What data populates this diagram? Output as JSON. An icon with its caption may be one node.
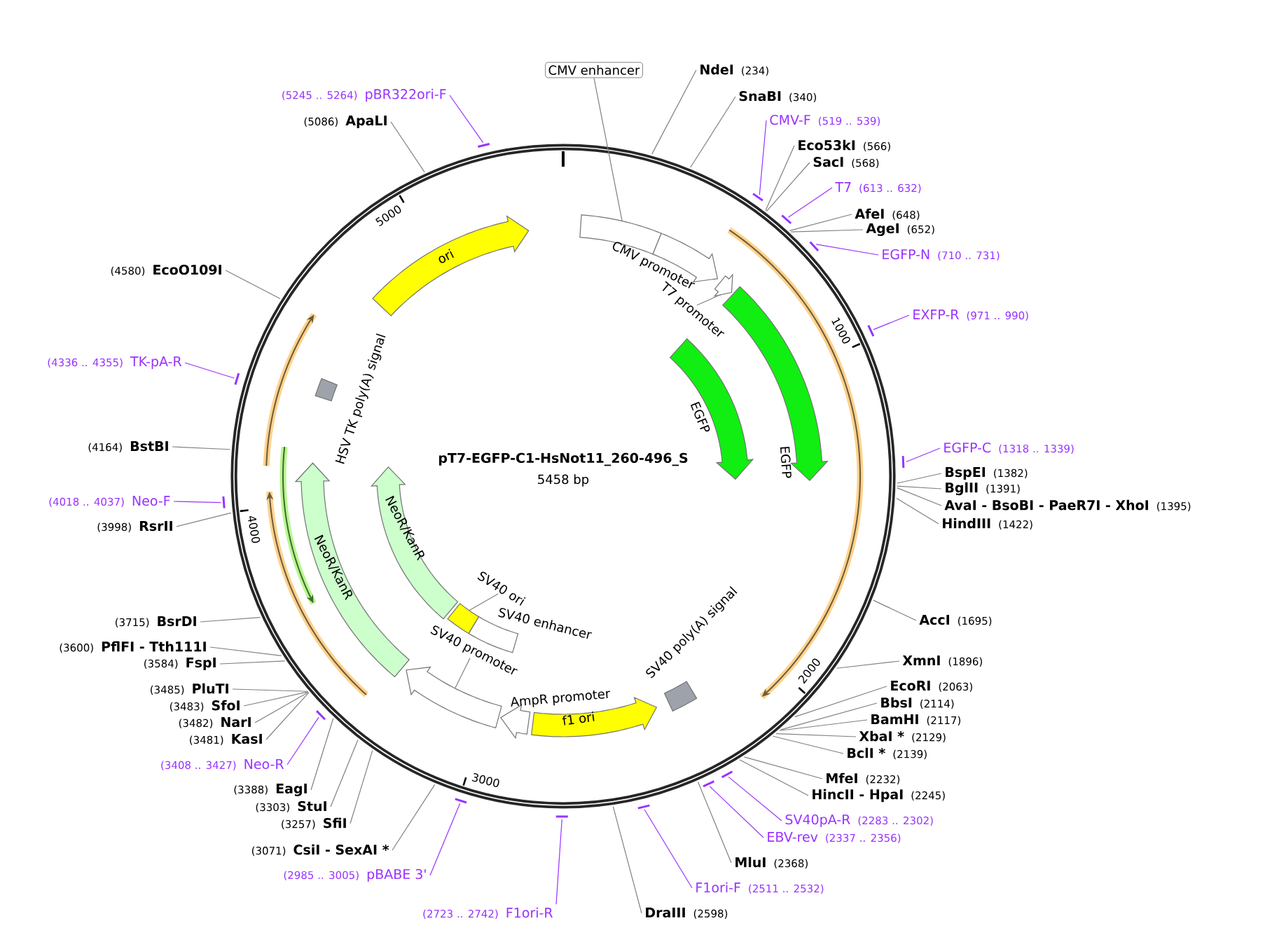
{
  "diagram": {
    "title": "pT7-EGFP-C1-HsNot11_260-496_S",
    "nodes": [
      {
        "text": [
          "CMV enhancer"
        ]
      },
      {
        "text": [],
        "shape": "bar"
      },
      {
        "text": [
          "CMV promoter"
        ]
      },
      {
        "text": [
          "T7 promoter"
        ]
      },
      {
        "text": [],
        "shape": "arrow"
      },
      {
        "text": [
          "EGFP"
        ]
      },
      {
        "text": [
          "EGFP"
        ]
      },
      {
        "text": [
          "SV40 poly(A) signal"
        ]
      },
      {
        "text": [
          "f1 ori"
        ]
      },
      {
        "text": [
          "AmpR promoter"
        ]
      },
      {
        "text": [
          "SV40 promoter"
        ]
      },
      {
        "text": [],
        "shape": "arrow"
      },
      {
        "text": [
          "SV40 enhancer"
        ]
      },
      {
        "text": [
          "SV40 ori"
        ]
      },
      {
        "text": [],
        "shape": "box"
      },
      {
        "text": [
          "NeoR/KanR"
        ]
      },
      {
        "text": [
          "NeoR/KanR"
        ]
      },
      {
        "text": [
          "HSV TK poly(A) signal"
        ]
      },
      {
        "text": [
          "ori"
        ]
      },
      {
        "text": [
          "NdeI",
          "(234)"
        ]
      },
      {
        "text": [
          "SnaBI",
          "(340)"
        ]
      },
      {
        "text": [
          "CMV-F",
          "(519 .. 539)"
        ]
      },
      {
        "text": [
          "Eco53kI",
          "(566)"
        ]
      },
      {
        "text": [
          "SacI",
          "(568)"
        ]
      },
      {
        "text": [
          "T7",
          "(613 .. 632)"
        ]
      },
      {
        "text": [
          "AfeI",
          "(648)"
        ]
      },
      {
        "text": [
          "AgeI",
          "(652)"
        ]
      },
      {
        "text": [
          "EGFP-N",
          "(710 .. 731)"
        ]
      },
      {
        "text": [
          "EXFP-R",
          "(971 .. 990)"
        ]
      },
      {
        "text": [
          "EGFP-C",
          "(1318 .. 1339)"
        ]
      },
      {
        "text": [
          "BspEI",
          "(1382)"
        ]
      },
      {
        "text": [
          "BglII",
          "(1391)"
        ]
      },
      {
        "text": [
          "AvaI - BsoBI - PaeR7I - XhoI",
          "(1395)"
        ]
      },
      {
        "text": [
          "HindIII",
          "(1422)"
        ]
      },
      {
        "text": [
          "AccI",
          "(1695)"
        ]
      },
      {
        "text": [
          "XmnI",
          "(1896)"
        ]
      },
      {
        "text": [
          "EcoRI",
          "(2063)"
        ]
      },
      {
        "text": [
          "BbsI",
          "(2114)"
        ]
      },
      {
        "text": [
          "BamHI",
          "(2117)"
        ]
      },
      {
        "text": [
          "XbaI *",
          "(2129)"
        ]
      },
      {
        "text": [
          "BclI *",
          "(2139)"
        ]
      },
      {
        "text": [
          "MfeI",
          "(2232)"
        ]
      },
      {
        "text": [
          "HincII - HpaI",
          "(2245)"
        ]
      },
      {
        "text": [
          "SV40pA-R",
          "(2283 .. 2302)"
        ]
      },
      {
        "text": [
          "EBV-rev",
          "(2337 .. 2356)"
        ]
      },
      {
        "text": [
          "MluI",
          "(2368)"
        ]
      },
      {
        "text": [
          "F1ori-F",
          "(2511 .. 2532)"
        ]
      },
      {
        "text": [
          "DraIII",
          "(2598)"
        ]
      },
      {
        "text": [
          "(2723 .. 2742)",
          "F1ori-R"
        ]
      },
      {
        "text": [
          "(2985 .. 3005)",
          "pBABE 3'"
        ]
      },
      {
        "text": [
          "(3071)",
          "CsiI - SexAI *"
        ]
      },
      {
        "text": [
          "(3257)",
          "SfiI"
        ]
      },
      {
        "text": [
          "(3303)",
          "StuI"
        ]
      },
      {
        "text": [
          "(3388)",
          "EagI"
        ]
      },
      {
        "text": [
          "(3408 .. 3427)",
          "Neo-R"
        ]
      },
      {
        "text": [
          "(3481)",
          "KasI"
        ]
      },
      {
        "text": [
          "(3482)",
          "NarI"
        ]
      },
      {
        "text": [
          "(3483)",
          "SfoI"
        ]
      },
      {
        "text": [
          "(3485)",
          "PluTI"
        ]
      },
      {
        "text": [
          "(3584)",
          "FspI"
        ]
      },
      {
        "text": [
          "(3600)",
          "PflFI - Tth111I"
        ]
      },
      {
        "text": [
          "(3715)",
          "BsrDI"
        ]
      },
      {
        "text": [
          "(3998)",
          "RsrII"
        ]
      },
      {
        "text": [
          "(4018 .. 4037)",
          "Neo-F"
        ]
      },
      {
        "text": [
          "(4164)",
          "BstBI"
        ]
      },
      {
        "text": [
          "(4336 .. 4355)",
          "TK-pA-R"
        ]
      },
      {
        "text": [
          "(4580)",
          "EcoO109I"
        ]
      },
      {
        "text": [
          "(5086)",
          "ApaLI"
        ]
      },
      {
        "text": [
          "(5245 .. 5264)",
          "pBR322ori-F"
        ]
      }
    ],
    "edges": [
      {
        "from": 0,
        "to": 1,
        "arrow": "none"
      },
      {
        "from": 3,
        "to": 4,
        "arrow": "none"
      },
      {
        "from": 10,
        "to": 11,
        "arrow": "none"
      },
      {
        "from": 13,
        "to": 14,
        "arrow": "none"
      },
      {
        "from": 19,
        "to": null,
        "arrow": "none"
      },
      {
        "from": 20,
        "to": null,
        "arrow": "none"
      },
      {
        "from": 21,
        "to": null,
        "arrow": "none",
        "color": "#9933ff"
      },
      {
        "from": 22,
        "to": null,
        "arrow": "none"
      },
      {
        "from": 23,
        "to": null,
        "arrow": "none"
      },
      {
        "from": 24,
        "to": null,
        "arrow": "none",
        "color": "#9933ff"
      },
      {
        "from": 25,
        "to": null,
        "arrow": "none"
      },
      {
        "from": 26,
        "to": null,
        "arrow": "none"
      },
      {
        "from": 27,
        "to": null,
        "arrow": "none",
        "color": "#9933ff"
      },
      {
        "from": 28,
        "to": null,
        "arrow": "none",
        "color": "#9933ff"
      },
      {
        "from": 29,
        "to": null,
        "arrow": "none",
        "color": "#9933ff"
      },
      {
        "from": 30,
        "to": null,
        "arrow": "none"
      },
      {
        "from": 31,
        "to": null,
        "arrow": "none"
      },
      {
        "from": 32,
        "to": null,
        "arrow": "none"
      },
      {
        "from": 33,
        "to": null,
        "arrow": "none"
      },
      {
        "from": 34,
        "to": null,
        "arrow": "none"
      },
      {
        "from": 35,
        "to": null,
        "arrow": "none"
      },
      {
        "from": 36,
        "to": null,
        "arrow": "none"
      },
      {
        "from": 37,
        "to": null,
        "arrow": "none"
      },
      {
        "from": 38,
        "to": null,
        "arrow": "none"
      },
      {
        "from": 39,
        "to": null,
        "arrow": "none"
      },
      {
        "from": 40,
        "to": null,
        "arrow": "none"
      },
      {
        "from": 41,
        "to": null,
        "arrow": "none"
      },
      {
        "from": 42,
        "to": null,
        "arrow": "none"
      },
      {
        "from": 43,
        "to": null,
        "arrow": "none",
        "color": "#9933ff"
      },
      {
        "from": 44,
        "to": null,
        "arrow": "none",
        "color": "#9933ff"
      },
      {
        "from": 45,
        "to": null,
        "arrow": "none"
      },
      {
        "from": 46,
        "to": null,
        "arrow": "none",
        "color": "#9933ff"
      },
      {
        "from": 47,
        "to": null,
        "arrow": "none"
      },
      {
        "from": 48,
        "to": null,
        "arrow": "none",
        "color": "#9933ff"
      },
      {
        "from": 49,
        "to": null,
        "arrow": "none",
        "color": "#9933ff"
      },
      {
        "from": 50,
        "to": null,
        "arrow": "none"
      },
      {
        "from": 51,
        "to": null,
        "arrow": "none"
      },
      {
        "from": 52,
        "to": null,
        "arrow": "none"
      },
      {
        "from": 53,
        "to": null,
        "arrow": "none"
      },
      {
        "from": 54,
        "to": null,
        "arrow": "none",
        "color": "#9933ff"
      },
      {
        "from": 55,
        "to": null,
        "arrow": "none"
      },
      {
        "from": 56,
        "to": null,
        "arrow": "none"
      },
      {
        "from": 57,
        "to": null,
        "arrow": "none"
      },
      {
        "from": 58,
        "to": null,
        "arrow": "none"
      },
      {
        "from": 59,
        "to": null,
        "arrow": "none"
      },
      {
        "from": 60,
        "to": null,
        "arrow": "none"
      },
      {
        "from": 61,
        "to": null,
        "arrow": "none"
      },
      {
        "from": 62,
        "to": null,
        "arrow": "none"
      },
      {
        "from": 63,
        "to": null,
        "arrow": "none",
        "color": "#9933ff"
      },
      {
        "from": 64,
        "to": null,
        "arrow": "none"
      },
      {
        "from": 65,
        "to": null,
        "arrow": "none",
        "color": "#9933ff"
      },
      {
        "from": 66,
        "to": null,
        "arrow": "none"
      },
      {
        "from": 67,
        "to": null,
        "arrow": "none"
      },
      {
        "from": 68,
        "to": null,
        "arrow": "none",
        "color": "#9933ff"
      }
    ],
    "labels": [
      "5458 bp",
      "1000",
      "2000",
      "3000",
      "4000",
      "5000"
    ]
  }
}
